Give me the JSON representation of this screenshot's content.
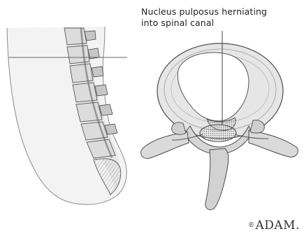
{
  "caption": {
    "line1": "Nucleus pulposus herniating",
    "line2": "into spinal canal"
  },
  "watermark": {
    "brand": "ADAM."
  },
  "colors": {
    "ink": "#4a4a4a",
    "shade": "#cfcfcf",
    "background": "#ffffff"
  }
}
